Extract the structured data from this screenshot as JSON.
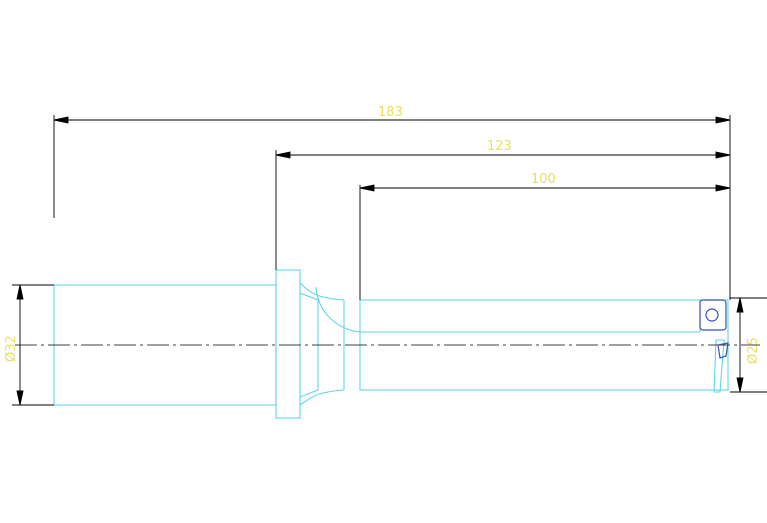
{
  "colors": {
    "background": "#ffffff",
    "body_outline": "#5fd4ea",
    "dimension": "#000000",
    "dimension_text": "#e9e060",
    "centerline": "#000000",
    "insert": "#3a4fb8"
  },
  "dimensions": {
    "overall_length": "183",
    "mid_length": "123",
    "flute_length": "100",
    "shank_diameter": "Ø32",
    "cutting_diameter": "Ø25"
  }
}
